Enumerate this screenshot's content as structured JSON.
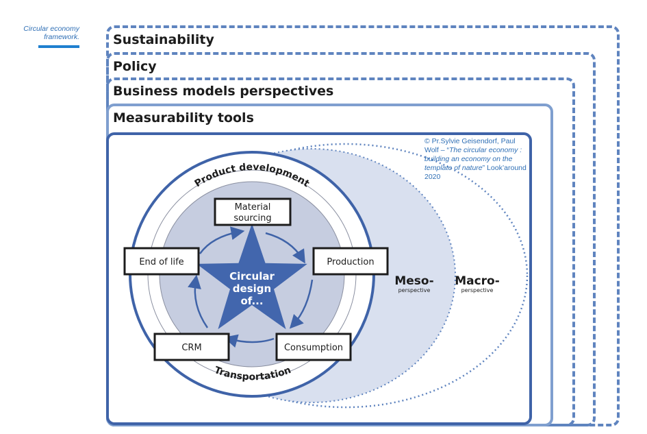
{
  "caption": "Circular economy framework.",
  "layers": {
    "sustainability": "Sustainability",
    "policy": "Policy",
    "business_models": "Business models perspectives",
    "measurability": "Measurability tools"
  },
  "credit": {
    "prefix": "© Pr.Sylvie Geisendorf, Paul Wolf – “",
    "title": "The circular economy : building an economy on the template of nature",
    "suffix": "” Look’around 2020"
  },
  "ring_labels": {
    "top": "Product development",
    "bottom": "Transportation"
  },
  "center": {
    "line1": "Circular",
    "line2": "design",
    "line3": "of..."
  },
  "stages": {
    "material_line1": "Material",
    "material_line2": "sourcing",
    "production": "Production",
    "consumption": "Consumption",
    "crm": "CRM",
    "end_of_life": "End of life"
  },
  "perspectives": {
    "meso": "Meso-",
    "meso_sub": "perspective",
    "macro": "Macro-",
    "macro_sub": "perspective"
  },
  "colors": {
    "dark_blue": "#3f63a8",
    "star_blue": "#4266ad",
    "light_fill": "#d9e0ef",
    "inner_fill": "#c6cde0"
  }
}
